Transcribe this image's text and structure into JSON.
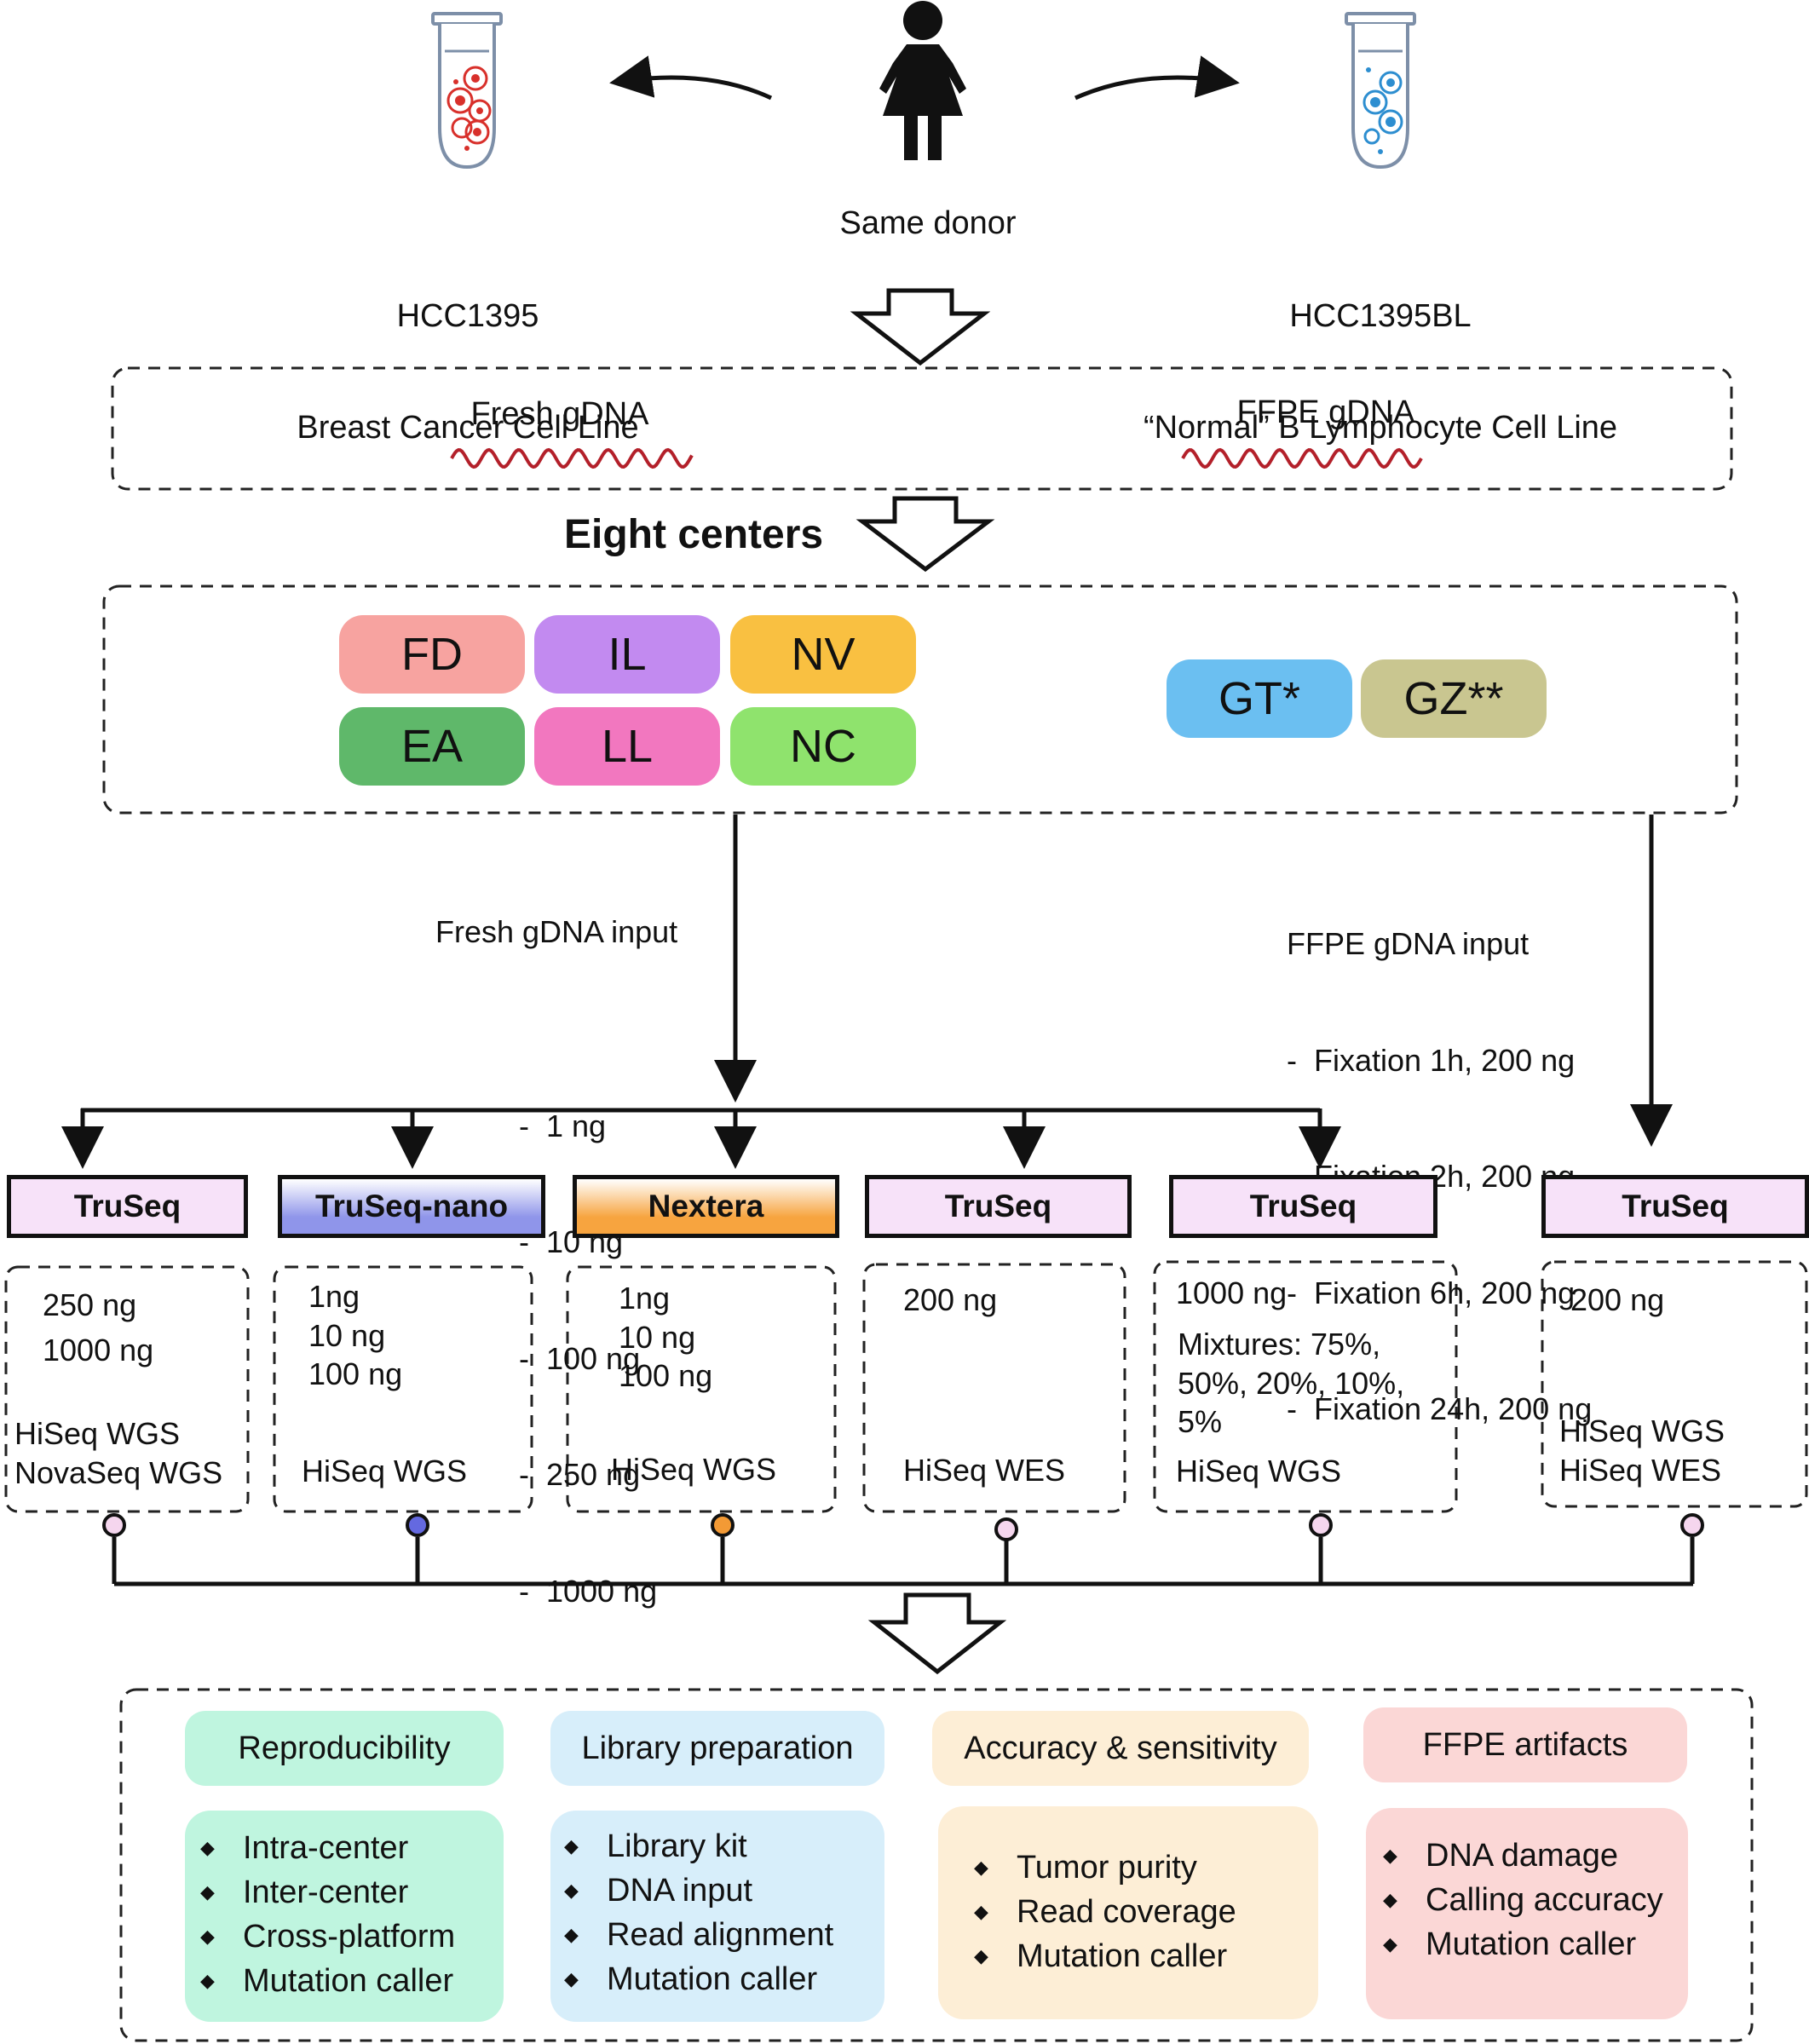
{
  "top": {
    "left_label_line1": "HCC1395",
    "left_label_line2": "Breast Cancer Cell Line",
    "center_label": "Same donor",
    "right_label_line1": "HCC1395BL",
    "right_label_line2": "“Normal” B Lymphocyte Cell Line"
  },
  "gdna": {
    "fresh": "Fresh gDNA",
    "ffpe": "FFPE gDNA"
  },
  "eight_centers": "Eight centers",
  "centers": [
    {
      "label": "FD",
      "color": "#f7a3a0"
    },
    {
      "label": "IL",
      "color": "#c28af0"
    },
    {
      "label": "NV",
      "color": "#f9c041"
    },
    {
      "label": "EA",
      "color": "#5fb86a"
    },
    {
      "label": "LL",
      "color": "#f277bf"
    },
    {
      "label": "NC",
      "color": "#8fe36d"
    },
    {
      "label": "GT*",
      "color": "#6bbff1"
    },
    {
      "label": "GZ**",
      "color": "#c9c690"
    }
  ],
  "fresh_input": {
    "title": "Fresh gDNA input",
    "items": [
      "-  1 ng",
      "-  10 ng",
      "-  100 ng",
      "-  250 ng",
      "-  1000 ng"
    ]
  },
  "ffpe_input": {
    "title": "FFPE gDNA input",
    "items": [
      "-  Fixation 1h, 200 ng",
      "-  Fixation 2h, 200 ng",
      "-  Fixation 6h, 200 ng",
      "-  Fixation 24h, 200 ng"
    ]
  },
  "libraries": [
    {
      "name": "TruSeq",
      "amounts": "250 ng\n1000 ng",
      "platform": "HiSeq WGS\nNovaSeq WGS",
      "color": "#f7e2f9"
    },
    {
      "name": "TruSeq-nano",
      "amounts": "1ng\n10 ng\n100 ng",
      "platform": "HiSeq WGS",
      "color": "#8f95ea"
    },
    {
      "name": "Nextera",
      "amounts": "1ng\n10 ng\n100 ng",
      "platform": "HiSeq WGS",
      "color": "#f7a43f"
    },
    {
      "name": "TruSeq",
      "amounts": "200 ng",
      "platform": "HiSeq WES",
      "color": "#f7e2f9"
    },
    {
      "name": "TruSeq",
      "amounts": "1000 ng",
      "extra": "Mixtures: 75%,\n50%, 20%, 10%,\n5%",
      "platform": "HiSeq WGS",
      "color": "#f7e2f9"
    },
    {
      "name": "TruSeq",
      "amounts": "200 ng",
      "platform": "HiSeq WGS\nHiSeq WES",
      "color": "#f7e2f9"
    }
  ],
  "analyses": [
    {
      "title": "Reproducibility",
      "items": [
        "Intra-center",
        "Inter-center",
        "Cross-platform",
        "Mutation caller"
      ],
      "color": "#bff5df"
    },
    {
      "title": "Library preparation",
      "items": [
        "Library kit",
        "DNA input",
        "Read alignment",
        "Mutation caller"
      ],
      "color": "#d7eefa"
    },
    {
      "title": "Accuracy & sensitivity",
      "items": [
        "Tumor purity",
        "Read coverage",
        "Mutation caller"
      ],
      "color": "#fdeed6"
    },
    {
      "title": "FFPE artifacts",
      "items": [
        "DNA damage",
        "Calling accuracy",
        "Mutation caller"
      ],
      "color": "#fbd7d6"
    }
  ],
  "colors": {
    "tube_red": "#d8302b",
    "tube_blue": "#2d8ed0",
    "wave_red": "#b3202a",
    "dot_pink": "#f5d6ee",
    "dot_blue": "#6469e0",
    "dot_orange": "#f39a35"
  }
}
